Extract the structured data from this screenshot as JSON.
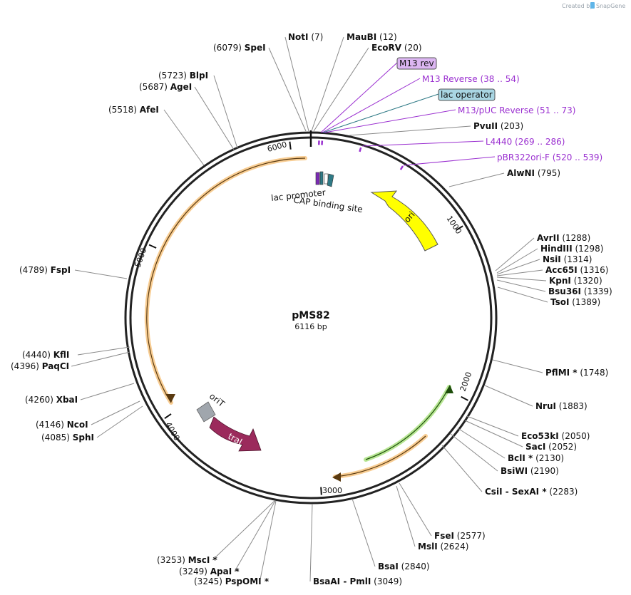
{
  "header": {
    "credit_text": "Created by",
    "brand": "SnapGene"
  },
  "plasmid": {
    "name": "pMS82",
    "length_label": "6116 bp",
    "length_bp": 6116,
    "tick_labels": [
      "1000",
      "2000",
      "3000",
      "4000",
      "5000",
      "6000"
    ]
  },
  "enzymes": [
    {
      "name": "NotI",
      "pos": "(7)",
      "star": ""
    },
    {
      "name": "MauBI",
      "pos": "(12)",
      "star": ""
    },
    {
      "name": "EcoRV",
      "pos": "(20)",
      "star": ""
    },
    {
      "name": "SpeI",
      "pos": "(6079)",
      "star": ""
    },
    {
      "name": "BlpI",
      "pos": "(5723)",
      "star": ""
    },
    {
      "name": "AgeI",
      "pos": "(5687)",
      "star": ""
    },
    {
      "name": "AfeI",
      "pos": "(5518)",
      "star": ""
    },
    {
      "name": "PvuII",
      "pos": "(203)",
      "star": ""
    },
    {
      "name": "AlwNI",
      "pos": "(795)",
      "star": ""
    },
    {
      "name": "AvrII",
      "pos": "(1288)",
      "star": ""
    },
    {
      "name": "HindIII",
      "pos": "(1298)",
      "star": ""
    },
    {
      "name": "NsiI",
      "pos": "(1314)",
      "star": ""
    },
    {
      "name": "Acc65I",
      "pos": "(1316)",
      "star": ""
    },
    {
      "name": "KpnI",
      "pos": "(1320)",
      "star": ""
    },
    {
      "name": "Bsu36I",
      "pos": "(1339)",
      "star": ""
    },
    {
      "name": "TsoI",
      "pos": "(1389)",
      "star": ""
    },
    {
      "name": "PflMI",
      "pos": "(1748)",
      "star": "*"
    },
    {
      "name": "NruI",
      "pos": "(1883)",
      "star": ""
    },
    {
      "name": "Eco53kI",
      "pos": "(2050)",
      "star": ""
    },
    {
      "name": "SacI",
      "pos": "(2052)",
      "star": ""
    },
    {
      "name": "BclI",
      "pos": "(2130)",
      "star": "*"
    },
    {
      "name": "BsiWI",
      "pos": "(2190)",
      "star": ""
    },
    {
      "name": "CsiI  -  SexAI",
      "pos": "(2283)",
      "star": "*"
    },
    {
      "name": "FseI",
      "pos": "(2577)",
      "star": ""
    },
    {
      "name": "MslI",
      "pos": "(2624)",
      "star": ""
    },
    {
      "name": "BsaI",
      "pos": "(2840)",
      "star": ""
    },
    {
      "name": "BsaAI  -  PmlI",
      "pos": "(3049)",
      "star": ""
    },
    {
      "name": "MscI",
      "pos": "(3253)",
      "star": "*"
    },
    {
      "name": "ApaI",
      "pos": "(3249)",
      "star": "*"
    },
    {
      "name": "PspOMI",
      "pos": "(3245)",
      "star": "*"
    },
    {
      "name": "SphI",
      "pos": "(4085)",
      "star": ""
    },
    {
      "name": "NcoI",
      "pos": "(4146)",
      "star": ""
    },
    {
      "name": "XbaI",
      "pos": "(4260)",
      "star": ""
    },
    {
      "name": "PaqCI",
      "pos": "(4396)",
      "star": ""
    },
    {
      "name": "KflI",
      "pos": "(4440)",
      "star": ""
    },
    {
      "name": "FspI",
      "pos": "(4789)",
      "star": ""
    }
  ],
  "primers": [
    {
      "name": "M13 rev",
      "range": "",
      "boxed": true
    },
    {
      "name": "M13 Reverse",
      "range": "(38 .. 54)"
    },
    {
      "name": "lac operator",
      "range": "",
      "boxed": true
    },
    {
      "name": "M13/pUC Reverse",
      "range": "(51 .. 73)"
    },
    {
      "name": "L4440",
      "range": "(269 .. 286)"
    },
    {
      "name": "pBR322ori-F",
      "range": "(520 .. 539)"
    }
  ],
  "features": {
    "ori": "ori",
    "traJ": "traJ",
    "oriT": "oriT",
    "lac_promoter": "lac promoter",
    "cap_site": "CAP binding site"
  },
  "colors": {
    "ring": "#222222",
    "primer": "#9a2fd0",
    "ori": "#ffff00",
    "traJ": "#9b2a5c",
    "oriT": "#a0a6ad",
    "orf_orange": "#f2a43a",
    "orf_green": "#7cd23a",
    "lac_operator_box": "#a9d6e3",
    "m13_box": "#dcb6f2"
  }
}
